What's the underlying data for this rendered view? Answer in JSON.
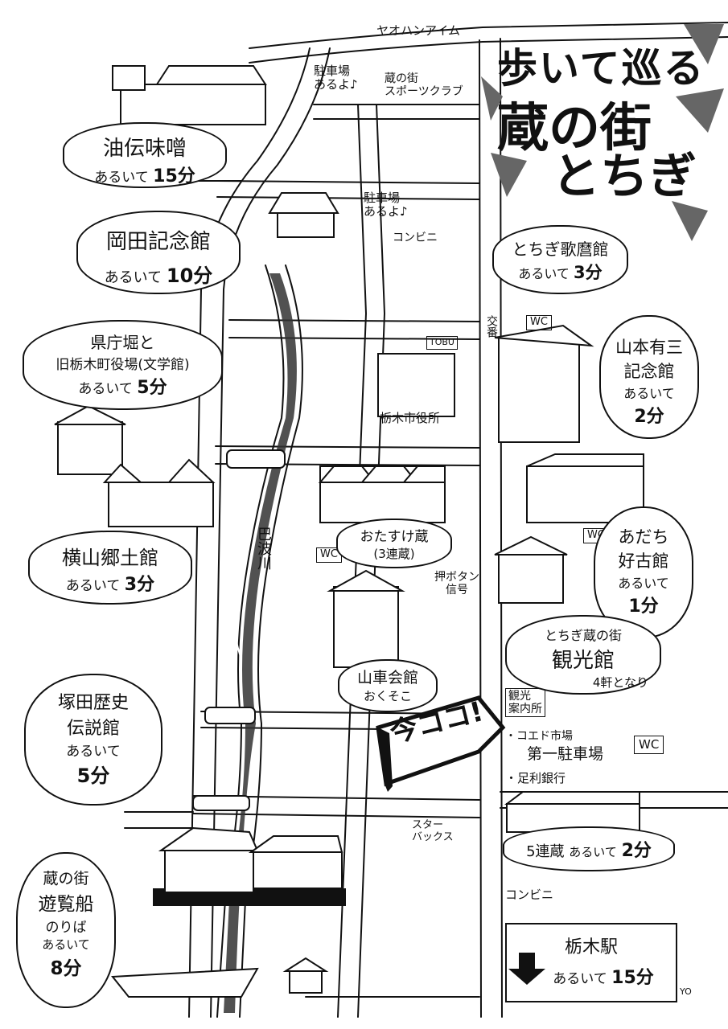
{
  "title": {
    "line1": "歩いて巡る",
    "line2": "蔵の街",
    "line3": "とちぎ"
  },
  "streets": {
    "top_road": "ヤオハンアイム",
    "river": "巴波川"
  },
  "places": {
    "parking1": {
      "l1": "駐車場",
      "l2": "あるよ♪"
    },
    "parking2": {
      "l1": "駐車場",
      "l2": "あるよ♪"
    },
    "sports_club": {
      "l1": "蔵の街",
      "l2": "スポーツクラブ"
    },
    "conveni_north": "コンビニ",
    "city_hall": "栃木市役所",
    "police": "交番",
    "wc1": "WC",
    "wc2": "WC",
    "wc3": "WC",
    "wc4": "WC",
    "signal": {
      "l1": "押ボタン",
      "l2": "信号"
    },
    "tourist_info": {
      "l1": "観光",
      "l2": "案内所"
    },
    "coedo": "・コエド市場",
    "parking_main": "第一駐車場",
    "ashikaga": "・足利銀行",
    "starbucks": {
      "l1": "スター",
      "l2": "バックス"
    },
    "conveni_south": "コンビニ",
    "tobu": "TOBU",
    "signature": "YO"
  },
  "bubbles": {
    "aburaden": {
      "name": "油伝味噌",
      "walk": "あるいて",
      "min": "15分"
    },
    "okada": {
      "name": "岡田記念館",
      "walk": "あるいて",
      "min": "10分"
    },
    "kencho": {
      "l1": "県庁堀と",
      "l2": "旧栃木町役場(文学館)",
      "walk": "あるいて",
      "min": "5分"
    },
    "yokoyama": {
      "name": "横山郷土館",
      "walk": "あるいて",
      "min": "3分"
    },
    "tsukada": {
      "l1": "塚田歴史",
      "l2": "伝説館",
      "walk": "あるいて",
      "min": "5分"
    },
    "yuransen": {
      "l1": "蔵の街",
      "l2": "遊覧船",
      "l3": "のりば",
      "walk": "あるいて",
      "min": "8分"
    },
    "utamaro": {
      "name": "とちぎ歌麿館",
      "walk": "あるいて",
      "min": "3分"
    },
    "yamamoto": {
      "l1": "山本有三",
      "l2": "記念館",
      "walk": "あるいて",
      "min": "2分"
    },
    "adachi": {
      "l1": "あだち",
      "l2": "好古館",
      "walk": "あるいて",
      "min": "1分"
    },
    "otasuke": {
      "l1": "おたすけ蔵",
      "l2": "(3連蔵)"
    },
    "yamakuruma": {
      "l1": "山車会館",
      "l2": "おくそこ"
    },
    "kankokan": {
      "l1": "とちぎ蔵の街",
      "l2": "観光館",
      "l3": "4軒となり"
    },
    "gorengura": {
      "name": "5連蔵",
      "walk": "あるいて",
      "min": "2分"
    },
    "station": {
      "name": "栃木駅",
      "walk": "あるいて",
      "min": "15分"
    }
  },
  "you_are_here": "今ココ!"
}
